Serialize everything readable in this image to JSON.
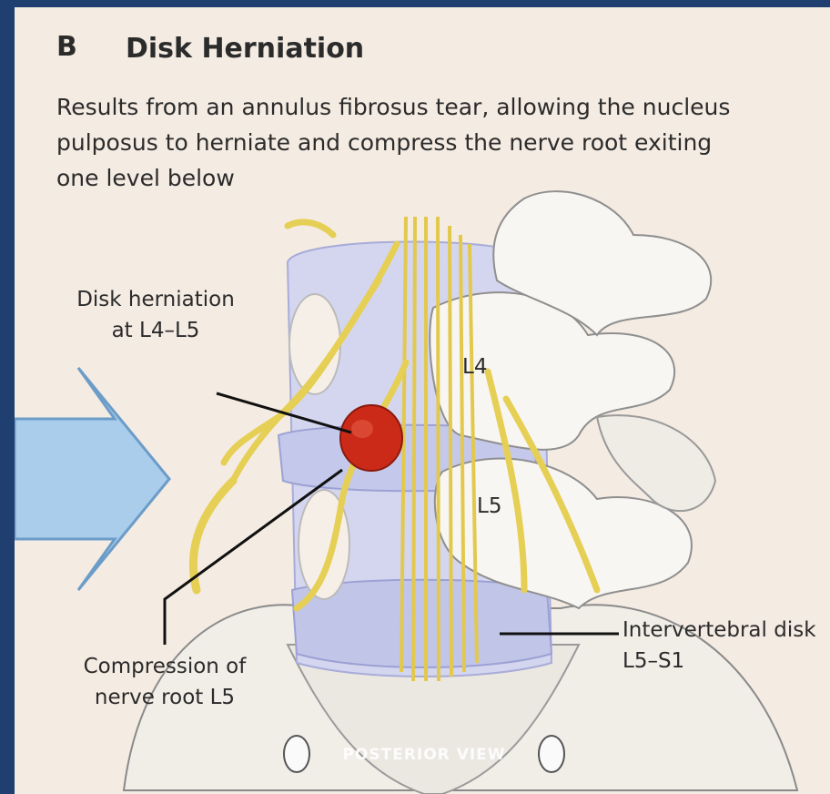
{
  "panel": {
    "letter": "B",
    "title": "Disk Herniation",
    "description": "Results from an annulus fibrosus tear, allowing the nucleus pulposus to herniate and compress the nerve root exiting one level below"
  },
  "labels": {
    "herniation": "Disk herniation at L4–L5",
    "l4": "L4",
    "l5": "L5",
    "disk": "Intervertebral disk L5–S1",
    "compression": "Compression of nerve root L5",
    "view": "POSTERIOR VIEW"
  },
  "colors": {
    "background": "#1f3f70",
    "panel": "#f4ebe2",
    "bone": "#f7f5f0",
    "disk": "#c9cdec",
    "nerve": "#efe08a",
    "herniation": "#cc2a18",
    "arrow": "#a9cdea"
  },
  "icons": [
    "arrow-icon"
  ]
}
